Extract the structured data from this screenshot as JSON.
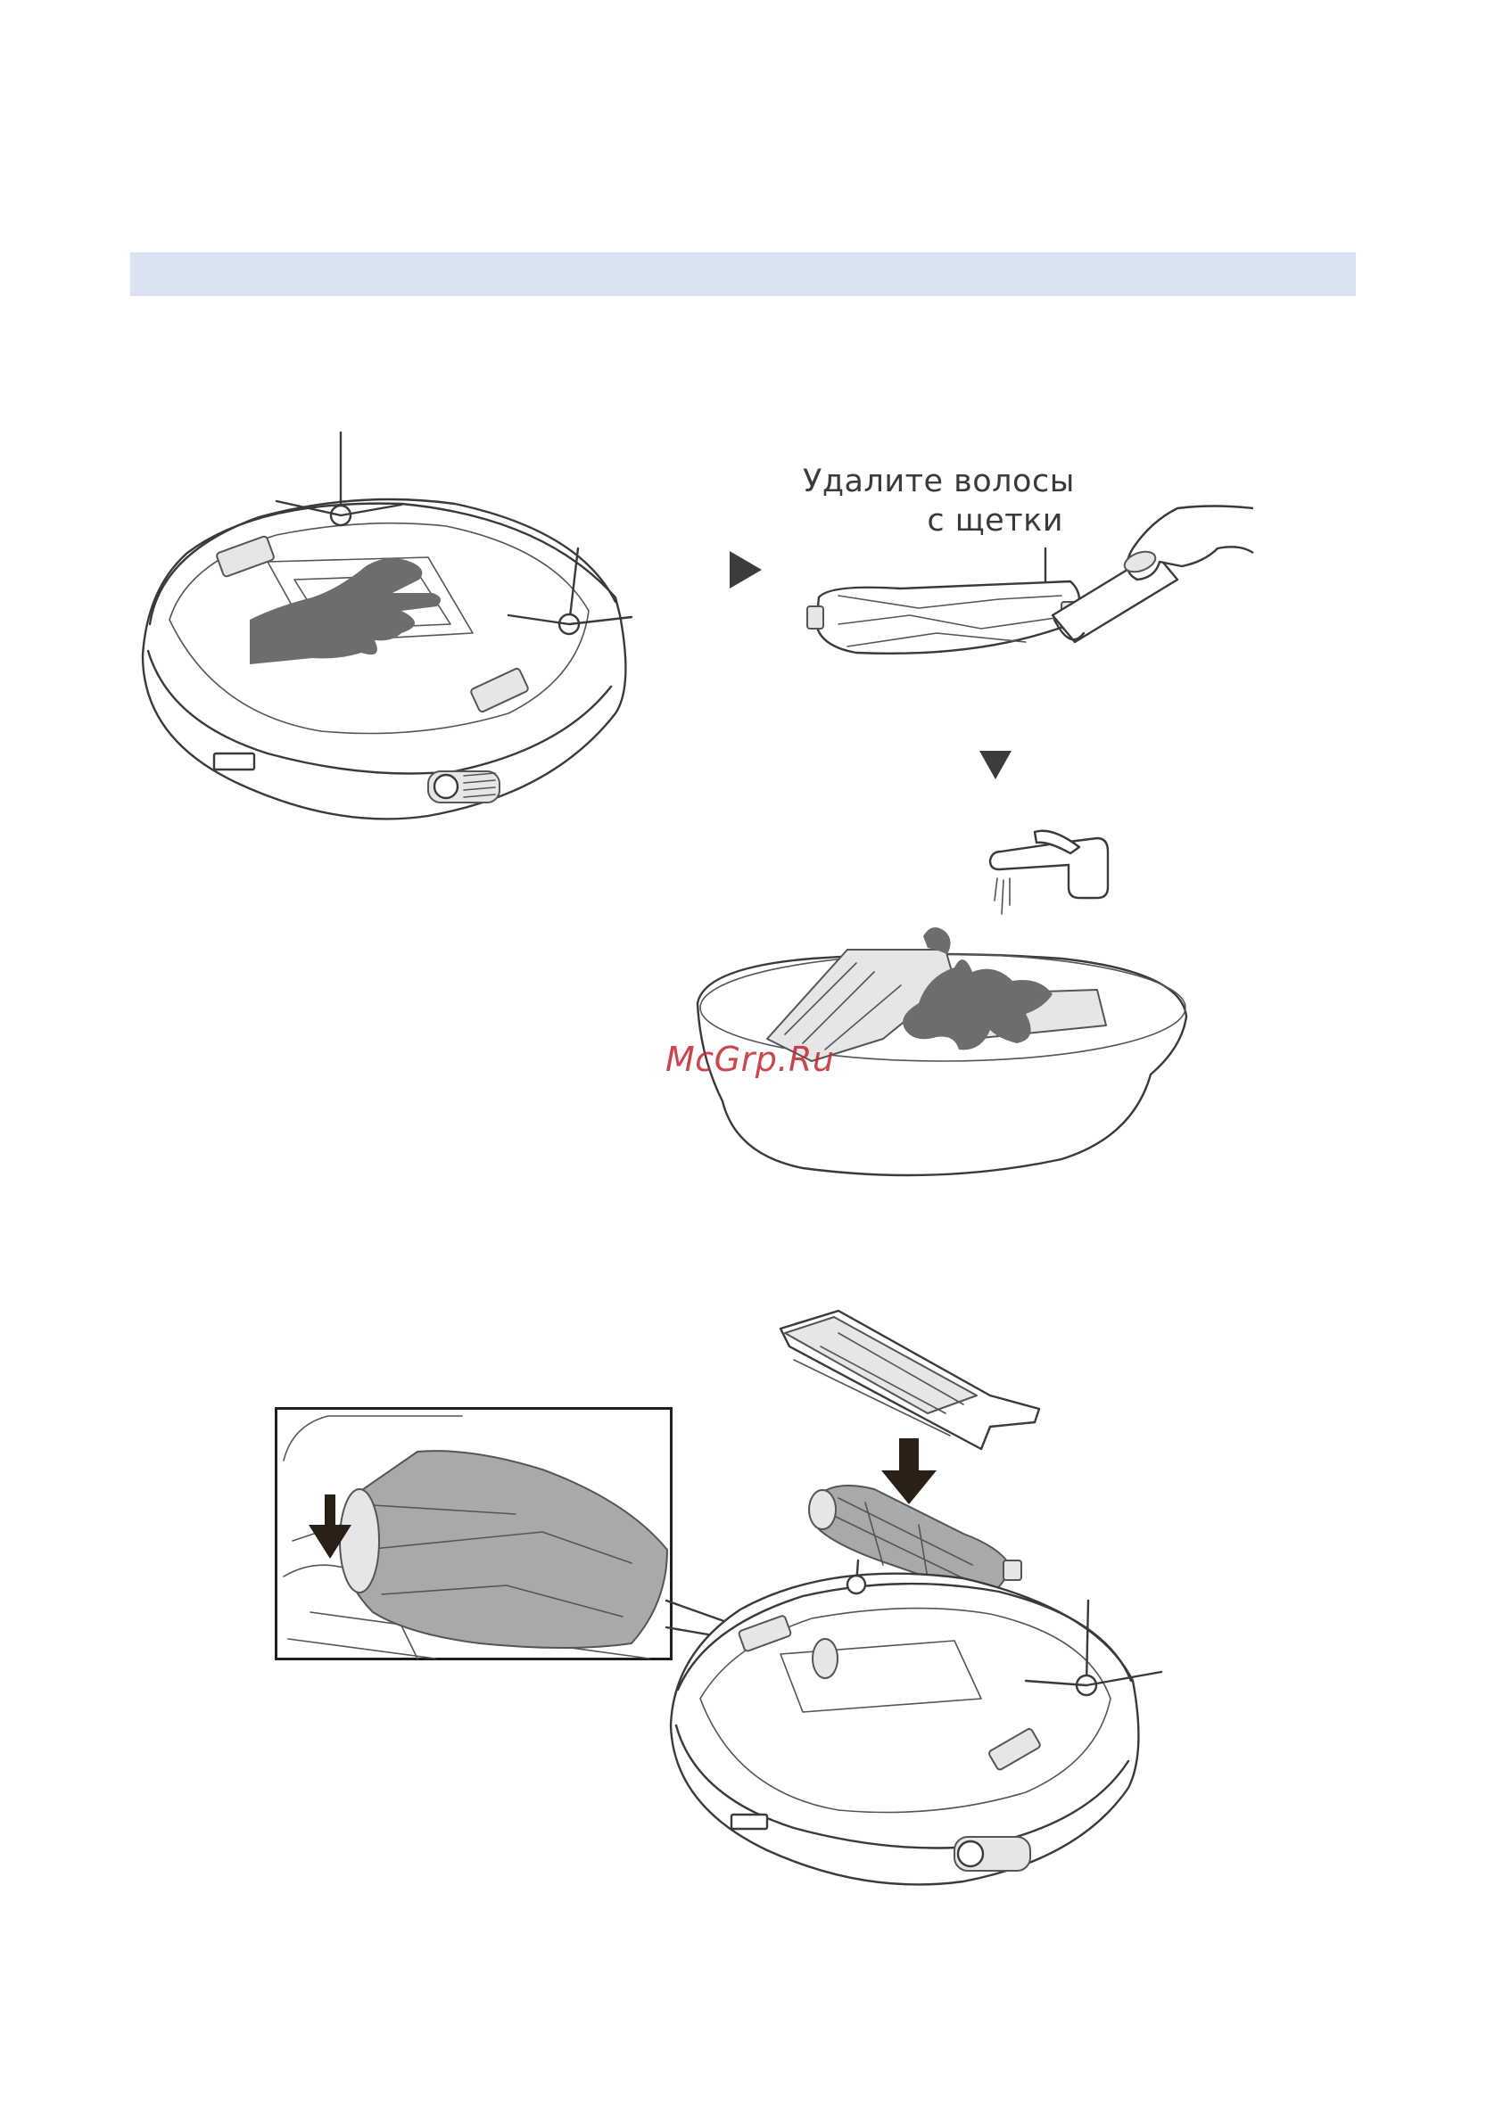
{
  "section_band": {
    "color": "#dae3f2"
  },
  "callout": {
    "line1": "Удалите волосы",
    "line2": "с щетки"
  },
  "watermark": {
    "text": "McGrp.Ru",
    "color": "#c4262e"
  },
  "icons": {
    "step_next_right": "triangle-right-icon",
    "step_next_down": "triangle-down-icon",
    "insert_arrow": "arrow-down-icon"
  }
}
